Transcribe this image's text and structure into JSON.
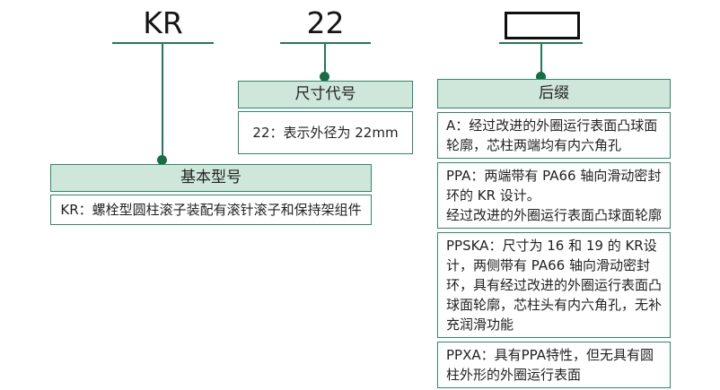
{
  "code": {
    "prefix": "KR",
    "size": "22"
  },
  "boxes": {
    "basic_model": {
      "title": "基本型号",
      "body": "KR：螺栓型圆柱滚子装配有滚针滚子和保持架组件"
    },
    "size_code": {
      "title": "尺寸代号",
      "body": "22：表示外径为 22mm"
    },
    "suffix": {
      "title": "后缀",
      "items": [
        "A：经过改进的外圈运行表面凸球面轮廓，芯柱两端均有内六角孔",
        "PPA：两端带有 PA66 轴向滑动密封环的 KR 设计。\n经过改进的外圈运行表面凸球面轮廓",
        "PPSKA：尺寸为 16 和 19 的 KR设计，两侧带有 PA66 轴向滑动密封环，具有经过改进的外圈运行表面凸球面轮廓，芯柱头有内六角孔，无补充润滑功能",
        "PPXA：具有PPA特性，但无具有圆柱外形的外圈运行表面"
      ]
    }
  },
  "colors": {
    "border_green": "#2b8a68",
    "line_green": "#1e7c52",
    "dot_green": "#156f44",
    "header_fill": "#cfe7da"
  }
}
